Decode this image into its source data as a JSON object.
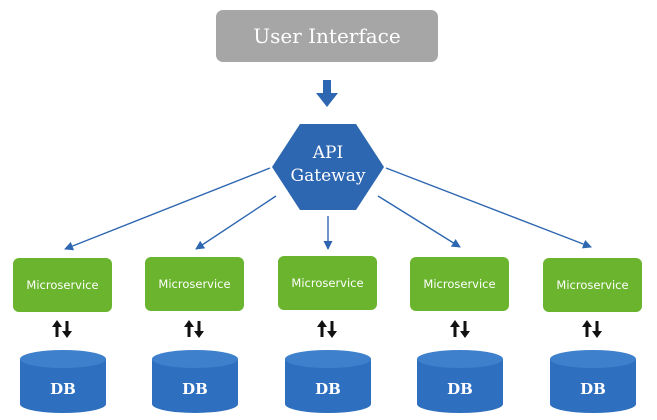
{
  "user_interface": {
    "label": "User Interface",
    "color": "#a6a6a6"
  },
  "gateway": {
    "line1": "API",
    "line2": "Gateway",
    "color": "#2e67b1"
  },
  "microservice_color": "#6ab42e",
  "db_color": "#2e6fbf",
  "arrow_color": "#2e67b1",
  "services": [
    {
      "label": "Microservice",
      "db": "DB"
    },
    {
      "label": "Microservice",
      "db": "DB"
    },
    {
      "label": "Microservice",
      "db": "DB"
    },
    {
      "label": "Microservice",
      "db": "DB"
    },
    {
      "label": "Microservice",
      "db": "DB"
    }
  ]
}
